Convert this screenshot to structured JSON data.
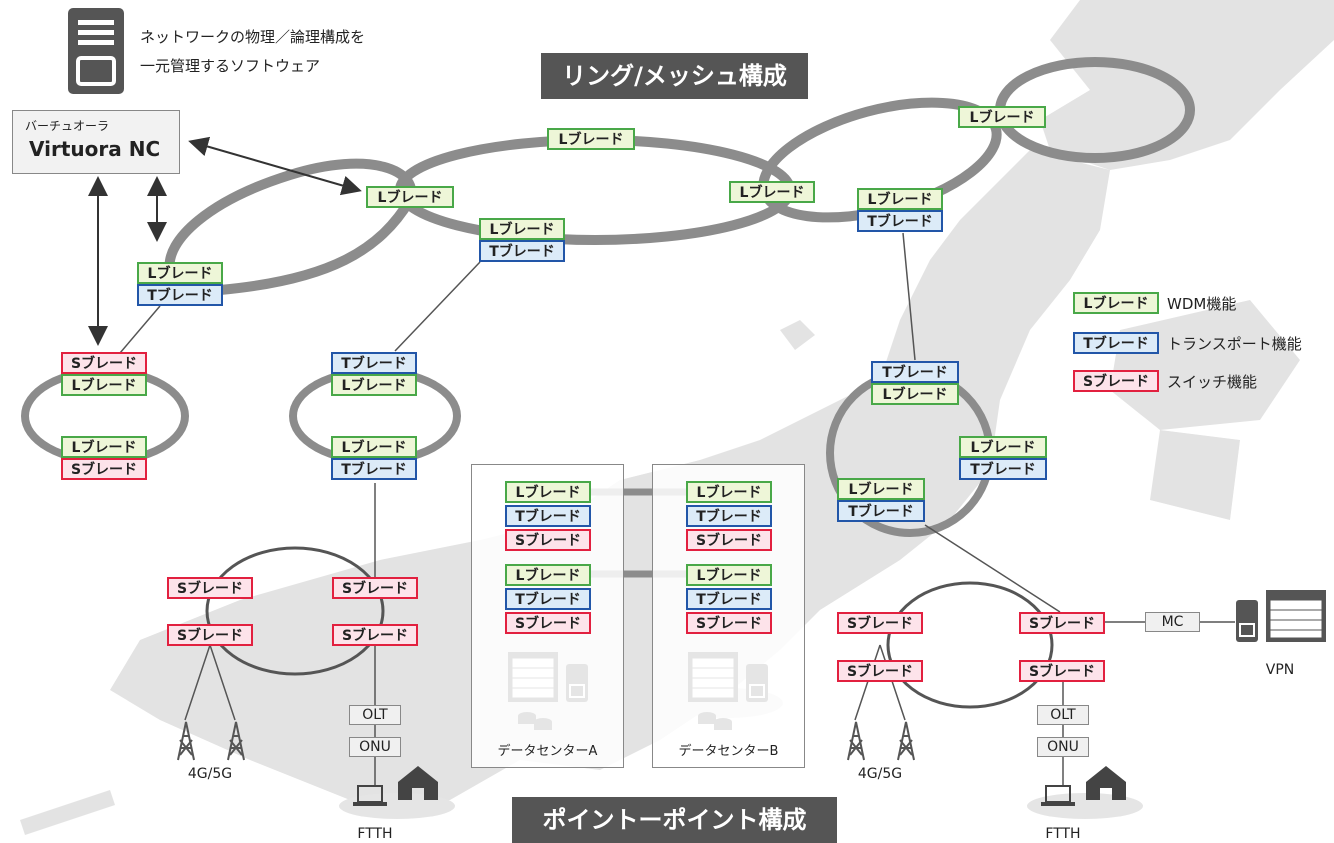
{
  "software": {
    "desc_line1": "ネットワークの物理／論理構成を",
    "desc_line2": "一元管理するソフトウェア",
    "kana": "バーチュオーラ",
    "name": "Virtuora NC"
  },
  "banners": {
    "ring_mesh": "リング/メッシュ構成",
    "p2p": "ポイントーポイント構成"
  },
  "blades": {
    "L": "Lブレード",
    "T": "Tブレード",
    "S": "Sブレード"
  },
  "legend": {
    "L": "WDM機能",
    "T": "トランスポート機能",
    "S": "スイッチ機能"
  },
  "labels": {
    "olt": "OLT",
    "onu": "ONU",
    "mc": "MC",
    "vpn": "VPN",
    "mobile": "4G/5G",
    "ftth": "FTTH",
    "dc_a": "データセンターA",
    "dc_b": "データセンターB"
  },
  "colors": {
    "wdm_green": "#49a848",
    "transport_blue": "#2256a8",
    "switch_red": "#e2203f",
    "ring_gray": "#8c8c8c",
    "map_gray": "#e2e2e2",
    "banner_gray": "#555555"
  }
}
